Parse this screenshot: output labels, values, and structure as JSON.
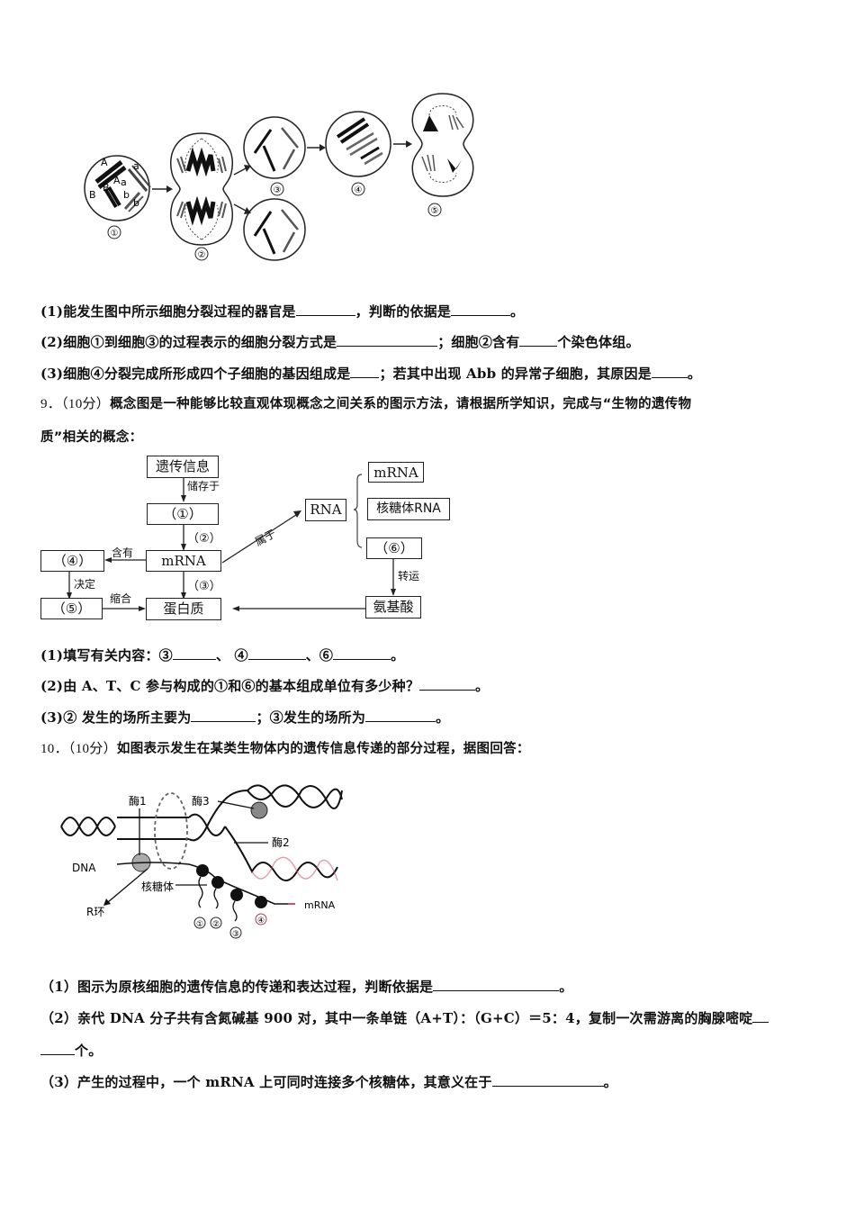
{
  "figure_cell_division": {
    "cell_labels": [
      "①",
      "②",
      "③",
      "④",
      "⑤"
    ],
    "gene_labels": [
      "A",
      "A",
      "a",
      "a",
      "B",
      "B",
      "b",
      "b"
    ]
  },
  "q8": {
    "sub1": {
      "text_a": "(1)能发生图中所示细胞分裂过程的器官是",
      "text_b": "，判断的依据是",
      "end": "。"
    },
    "sub2": {
      "text_a": "(2)细胞①到细胞③的过程表示的细胞分裂方式是",
      "text_b": "；细胞②含有",
      "text_c": "个染色体组。"
    },
    "sub3": {
      "text_a": "(3)细胞④分裂完成所形成四个子细胞的基因组成是",
      "text_b": "；若其中出现 Abb 的异常子细胞，其原因是",
      "end": "。"
    }
  },
  "q9": {
    "number": "9．",
    "score": "（10分）",
    "stem_line1": "概念图是一种能够比较直观体现概念之间关系的图示方法，请根据所学知识，完成与“生物的遗传物",
    "stem_line2": "质”相关的概念：",
    "concept_map": {
      "boxes": {
        "genetic_info": "遗传信息",
        "box1": "（①）",
        "mrna_center": "mRNA",
        "box4": "（④）",
        "box5": "（⑤）",
        "protein": "蛋白质",
        "rna": "RNA",
        "mrna_right": "mRNA",
        "rrna": "核糖体RNA",
        "box6": "（⑥）",
        "amino_acid": "氨基酸"
      },
      "edges": {
        "stored_in": "储存于",
        "step2": "（②）",
        "contains": "含有",
        "step3": "（③）",
        "determines": "决定",
        "condense": "缩合",
        "belongs_to": "属于",
        "transport": "转运"
      }
    },
    "sub1": {
      "text_a": "(1)填写有关内容：③",
      "sep1": "、 ④",
      "sep2": "、⑥",
      "end": "。"
    },
    "sub2": {
      "text_a": "(2)由 A、T、C 参与构成的①和⑥的基本组成单位有多少种？",
      "end": "。"
    },
    "sub3": {
      "text_a": "(3)② 发生的场所主要为",
      "text_b": "；③发生的场所为",
      "end": "。"
    }
  },
  "q10": {
    "number": "10．",
    "score": "（10分）",
    "stem": "如图表示发生在某类生物体内的遗传信息传递的部分过程，据图回答：",
    "figure": {
      "enzyme1": "酶1",
      "enzyme2": "酶2",
      "enzyme3": "酶3",
      "dna": "DNA",
      "ribosome": "核糖体",
      "r_loop": "R环",
      "mrna": "mRNA",
      "ribosome_numbers": [
        "①",
        "②",
        "③",
        "④"
      ]
    },
    "sub1": {
      "text_a": "（1）图示为原核细胞的遗传信息的传递和表达过程，判断依据是",
      "end": "。"
    },
    "sub2": {
      "text_a": "（2）亲代 DNA 分子共有含氮碱基 900 对，其中一条单链（A+T）：（G+C）＝5：4，复制一次需游离的胸腺嘧啶",
      "cont": "个。"
    },
    "sub3": {
      "text_a": "（3）产生的过程中，一个 mRNA 上可同时连接多个核糖体，其意义在于",
      "end": "。"
    }
  }
}
